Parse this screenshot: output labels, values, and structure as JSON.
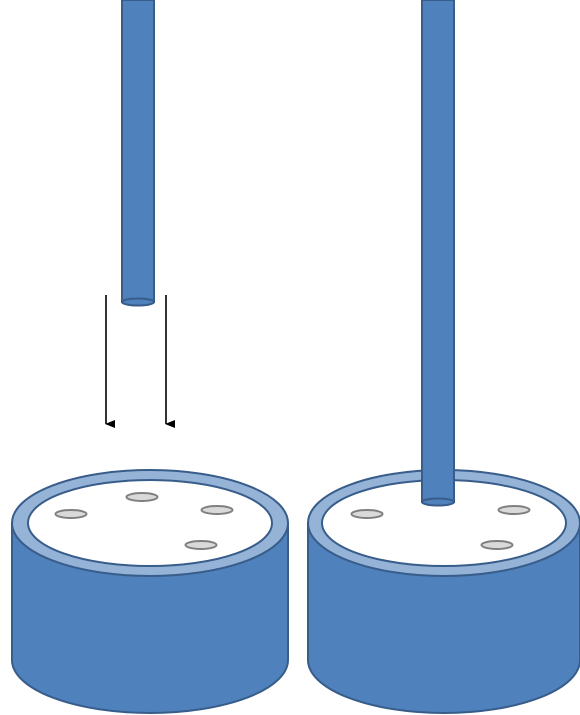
{
  "diagram": {
    "panels": [
      {
        "id": "before",
        "rod_state": "above-dish",
        "motion_arrows": 2,
        "dish_spots": 4
      },
      {
        "id": "after",
        "rod_state": "inserted-into-dish",
        "motion_arrows": 0,
        "dish_spots": 3
      }
    ],
    "colors": {
      "body_fill": "#4f81bd",
      "body_stroke": "#385d8a",
      "rim_fill": "#95b3d7",
      "surface_fill": "#ffffff",
      "spot_fill": "#d9d9d9",
      "spot_stroke": "#7f7f7f",
      "arrow": "#000000"
    }
  }
}
